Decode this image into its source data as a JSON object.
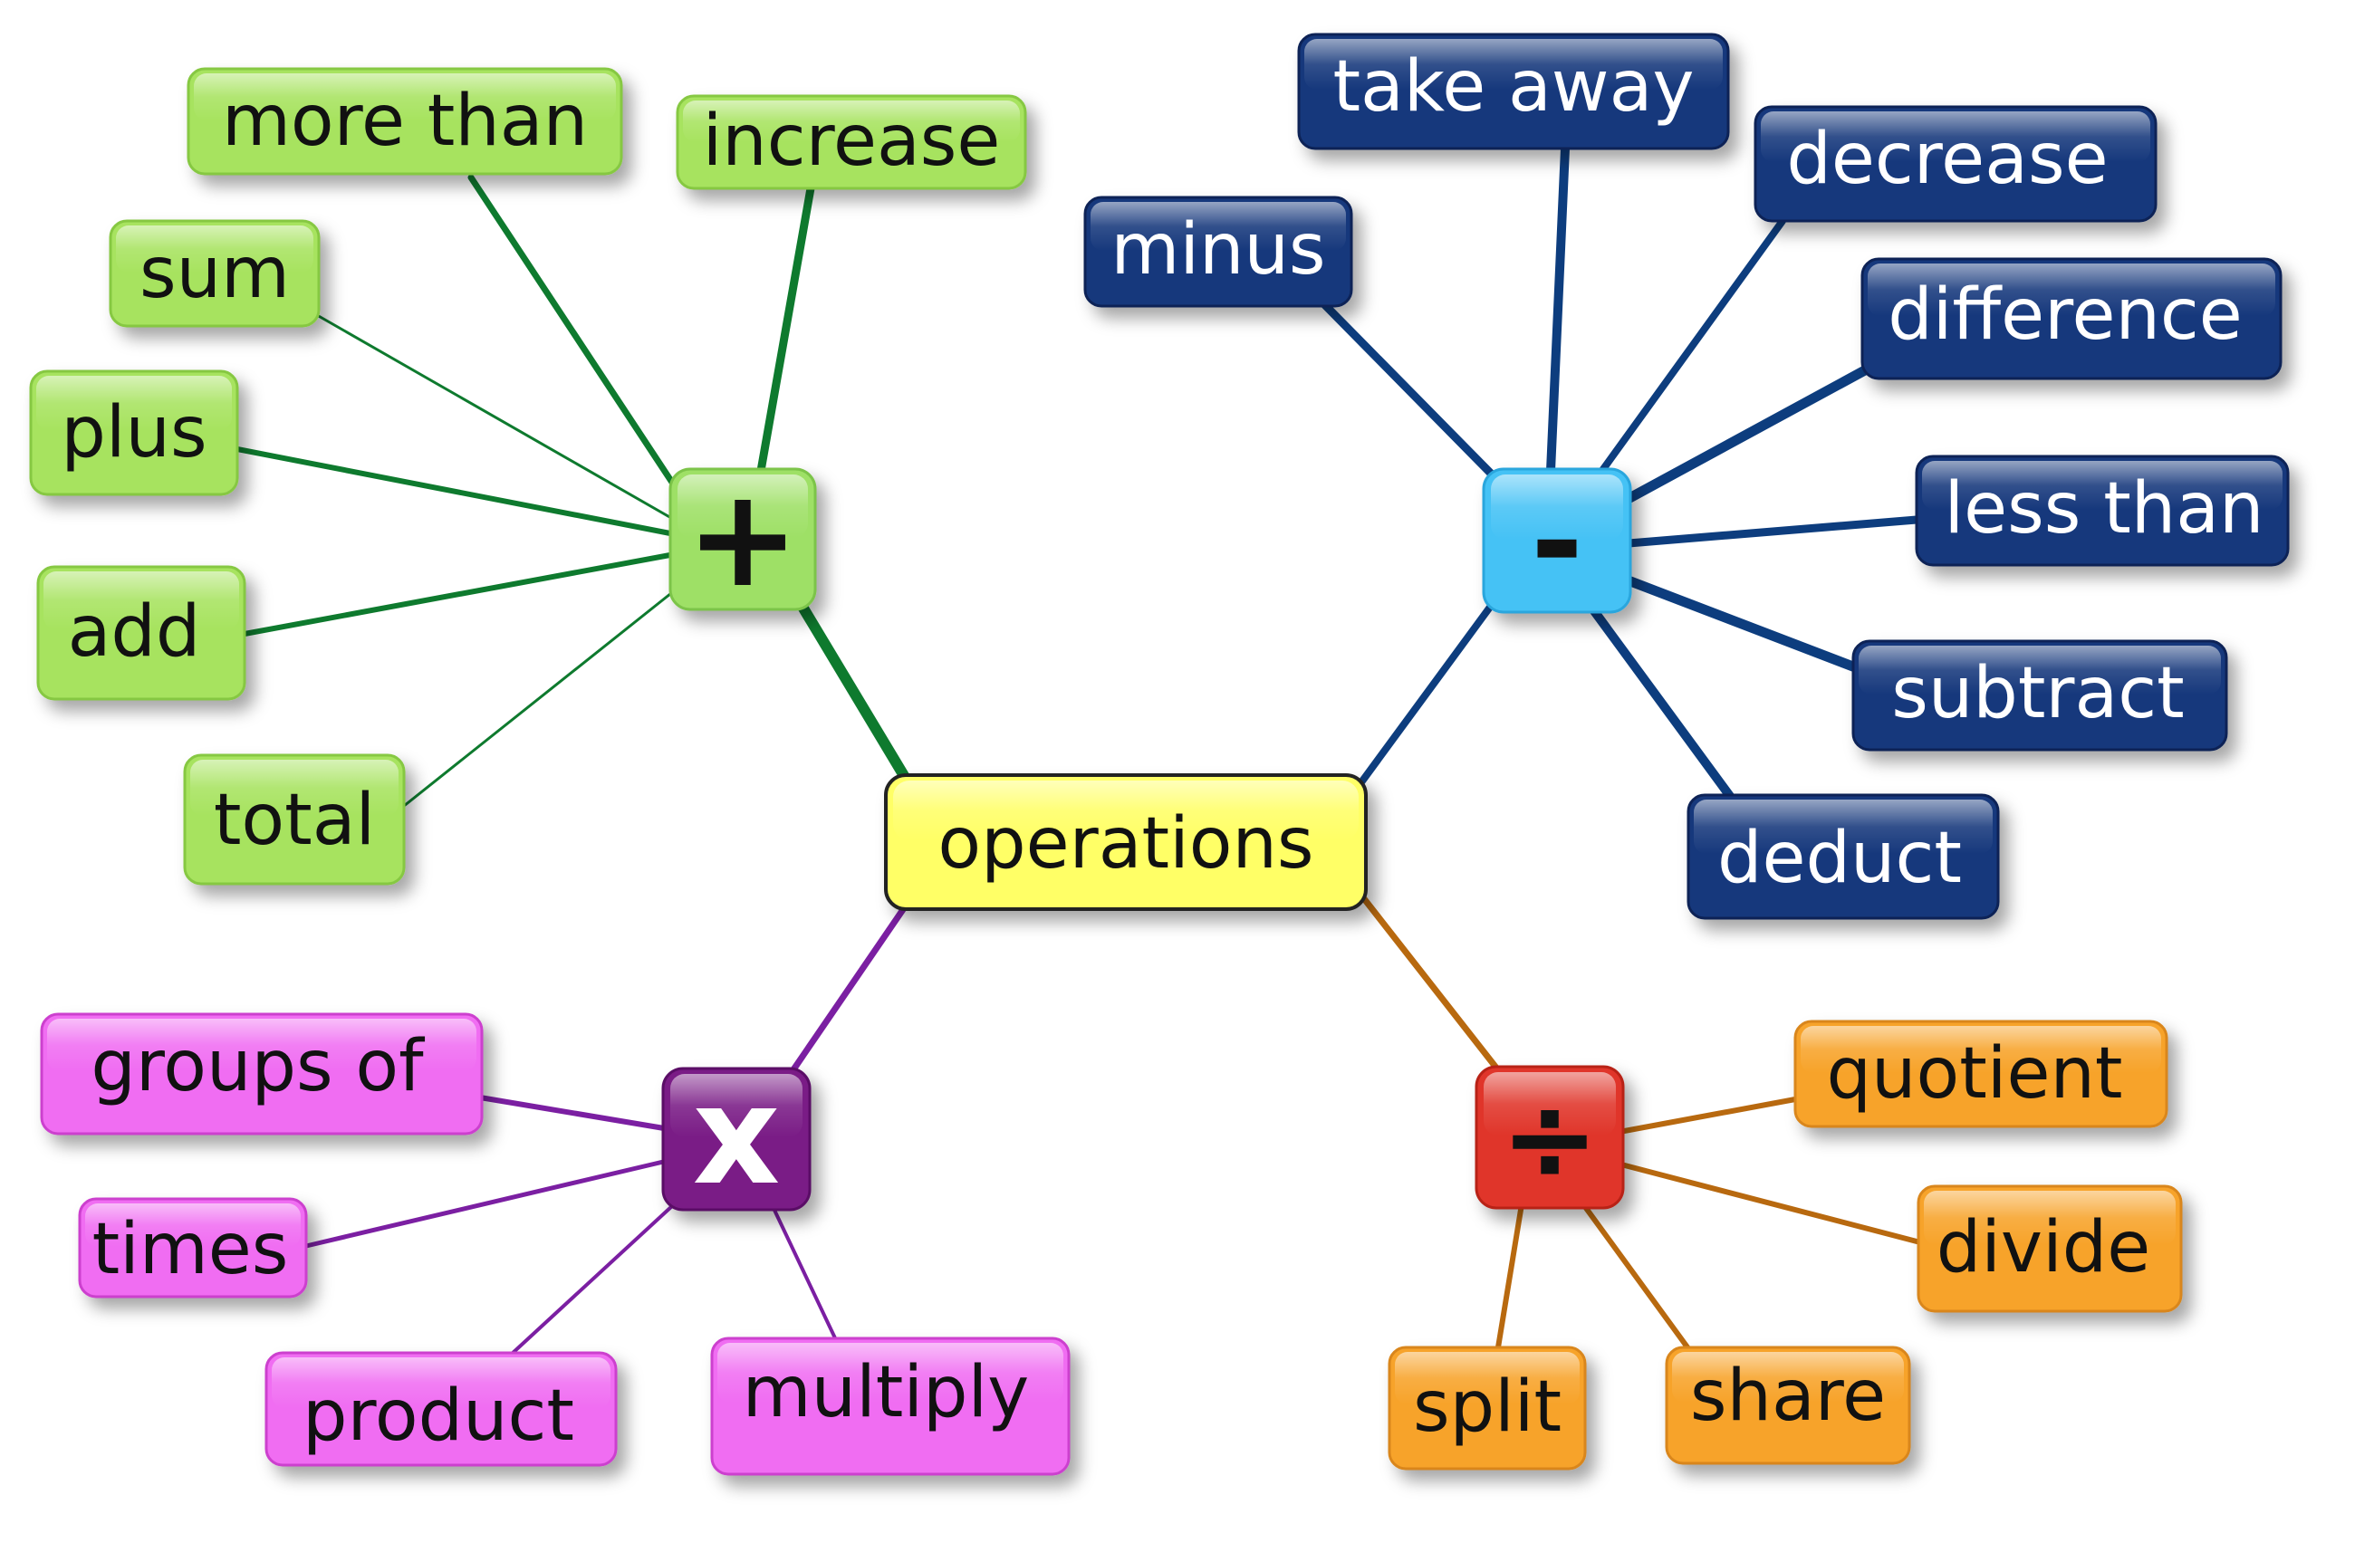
{
  "center": {
    "label": "operations",
    "color": "#ffff66"
  },
  "groups": [
    {
      "id": "addition",
      "symbol": "+",
      "symbol_name": "plus-icon",
      "hub_color": "#9ee066",
      "hub_text_color": "#111111",
      "leaf_color": "#a7e35e",
      "leaf_text_color": "#111111",
      "line_color": "#0e7a2e",
      "terms": [
        "more than",
        "increase",
        "sum",
        "plus",
        "add",
        "total"
      ]
    },
    {
      "id": "subtraction",
      "symbol": "-",
      "symbol_name": "minus-icon",
      "hub_color": "#45c2f5",
      "hub_text_color": "#111111",
      "leaf_color": "#14387c",
      "leaf_text_color": "#ffffff",
      "line_color": "#0d3d7e",
      "terms": [
        "take away",
        "decrease",
        "minus",
        "difference",
        "less than",
        "subtract",
        "deduct"
      ]
    },
    {
      "id": "multiplication",
      "symbol": "x",
      "symbol_name": "times-icon",
      "hub_color": "#7a1a86",
      "hub_text_color": "#ffffff",
      "leaf_color": "#f06df2",
      "leaf_text_color": "#111111",
      "line_color": "#7b1fa2",
      "terms": [
        "groups of",
        "times",
        "product",
        "multiply"
      ]
    },
    {
      "id": "division",
      "symbol": "÷",
      "symbol_name": "divide-icon",
      "hub_color": "#e0362a",
      "hub_text_color": "#111111",
      "leaf_color": "#f7a32b",
      "leaf_text_color": "#111111",
      "line_color": "#b8690f",
      "terms": [
        "quotient",
        "divide",
        "split",
        "share"
      ]
    }
  ]
}
